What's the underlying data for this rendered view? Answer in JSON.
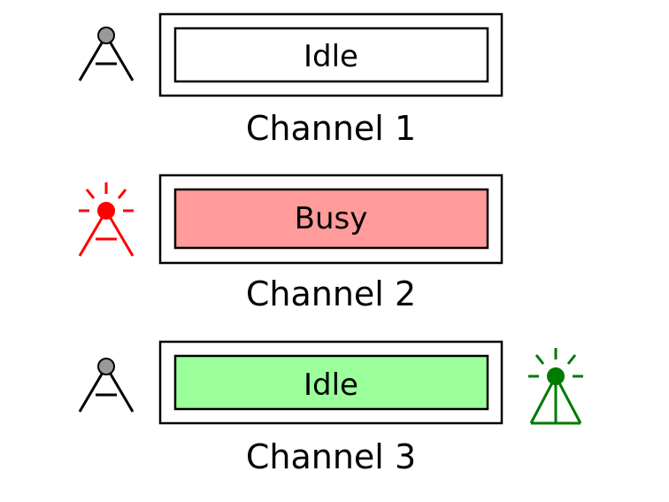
{
  "colors": {
    "idle_fill": "#ffffff",
    "busy_fill": "#ff9b9b",
    "idle_green_fill": "#9bff9b",
    "inactive_antenna": "#000000",
    "inactive_antenna_head": "#999999",
    "busy_antenna": "#ff0000",
    "receiver_antenna": "#007a00"
  },
  "channels": [
    {
      "label": "Channel 1",
      "status": "Idle",
      "status_fill": "#ffffff",
      "sender_icon": "antenna-inactive-icon",
      "receiver_icon": null
    },
    {
      "label": "Channel 2",
      "status": "Busy",
      "status_fill": "#ff9b9b",
      "sender_icon": "antenna-transmitting-icon",
      "receiver_icon": null
    },
    {
      "label": "Channel 3",
      "status": "Idle",
      "status_fill": "#9bff9b",
      "sender_icon": "antenna-inactive-icon",
      "receiver_icon": "antenna-receiving-icon"
    }
  ]
}
